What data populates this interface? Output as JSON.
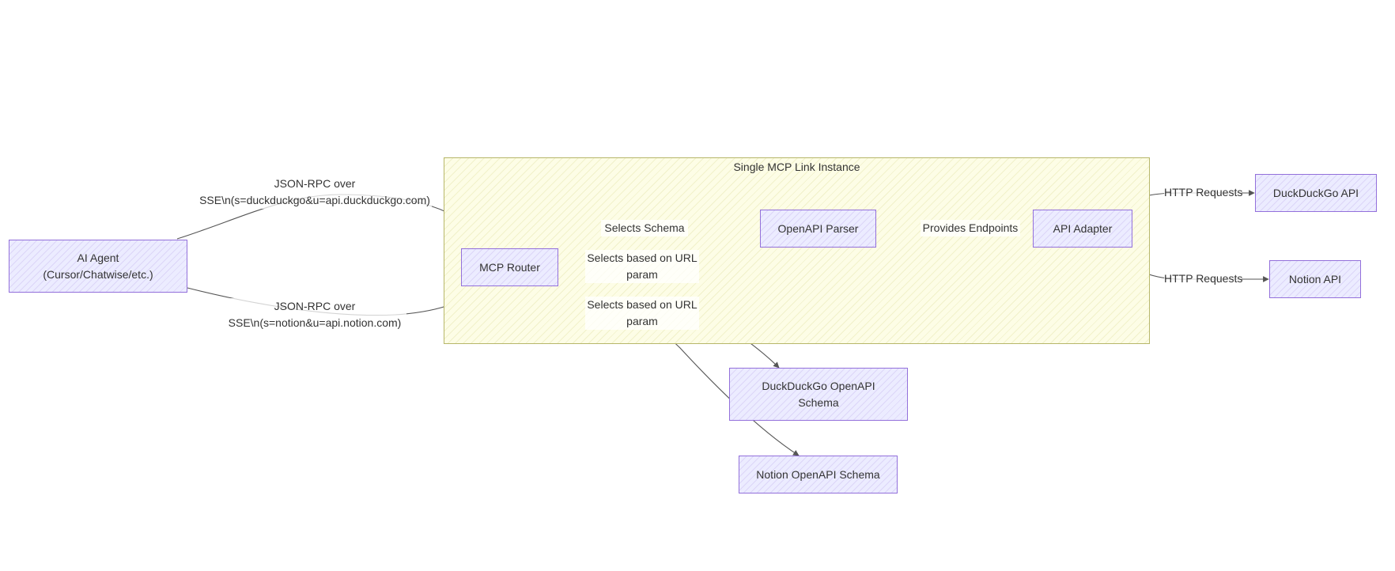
{
  "cluster": {
    "title": "Single MCP Link Instance"
  },
  "nodes": {
    "agent": {
      "line1": "AI Agent",
      "line2": "(Cursor/Chatwise/etc.)"
    },
    "router": {
      "label": "MCP Router"
    },
    "parser": {
      "label": "OpenAPI Parser"
    },
    "adapter": {
      "label": "API Adapter"
    },
    "ddg_api": {
      "label": "DuckDuckGo API"
    },
    "notion_api": {
      "label": "Notion API"
    },
    "ddg_schema": {
      "line1": "DuckDuckGo OpenAPI",
      "line2": "Schema"
    },
    "notion_schema": {
      "label": "Notion OpenAPI Schema"
    }
  },
  "edges": {
    "agent_router_ddg": {
      "line1": "JSON-RPC over",
      "line2": "SSE\\n(s=duckduckgo&u=api.duckduckgo.com)"
    },
    "agent_router_notion": {
      "line1": "JSON-RPC over",
      "line2": "SSE\\n(s=notion&u=api.notion.com)"
    },
    "router_parser": {
      "label": "Selects Schema"
    },
    "router_ddg_schema": {
      "line1": "Selects based on URL",
      "line2": "param"
    },
    "router_notion_schema": {
      "line1": "Selects based on URL",
      "line2": "param"
    },
    "parser_adapter": {
      "label": "Provides Endpoints"
    },
    "adapter_ddg": {
      "label": "HTTP Requests"
    },
    "adapter_notion": {
      "label": "HTTP Requests"
    }
  },
  "colors": {
    "node_border": "#9370db",
    "node_fill": "#ececff",
    "cluster_border": "#b7b76a",
    "cluster_fill": "#fdfde6",
    "edge": "#555555"
  }
}
